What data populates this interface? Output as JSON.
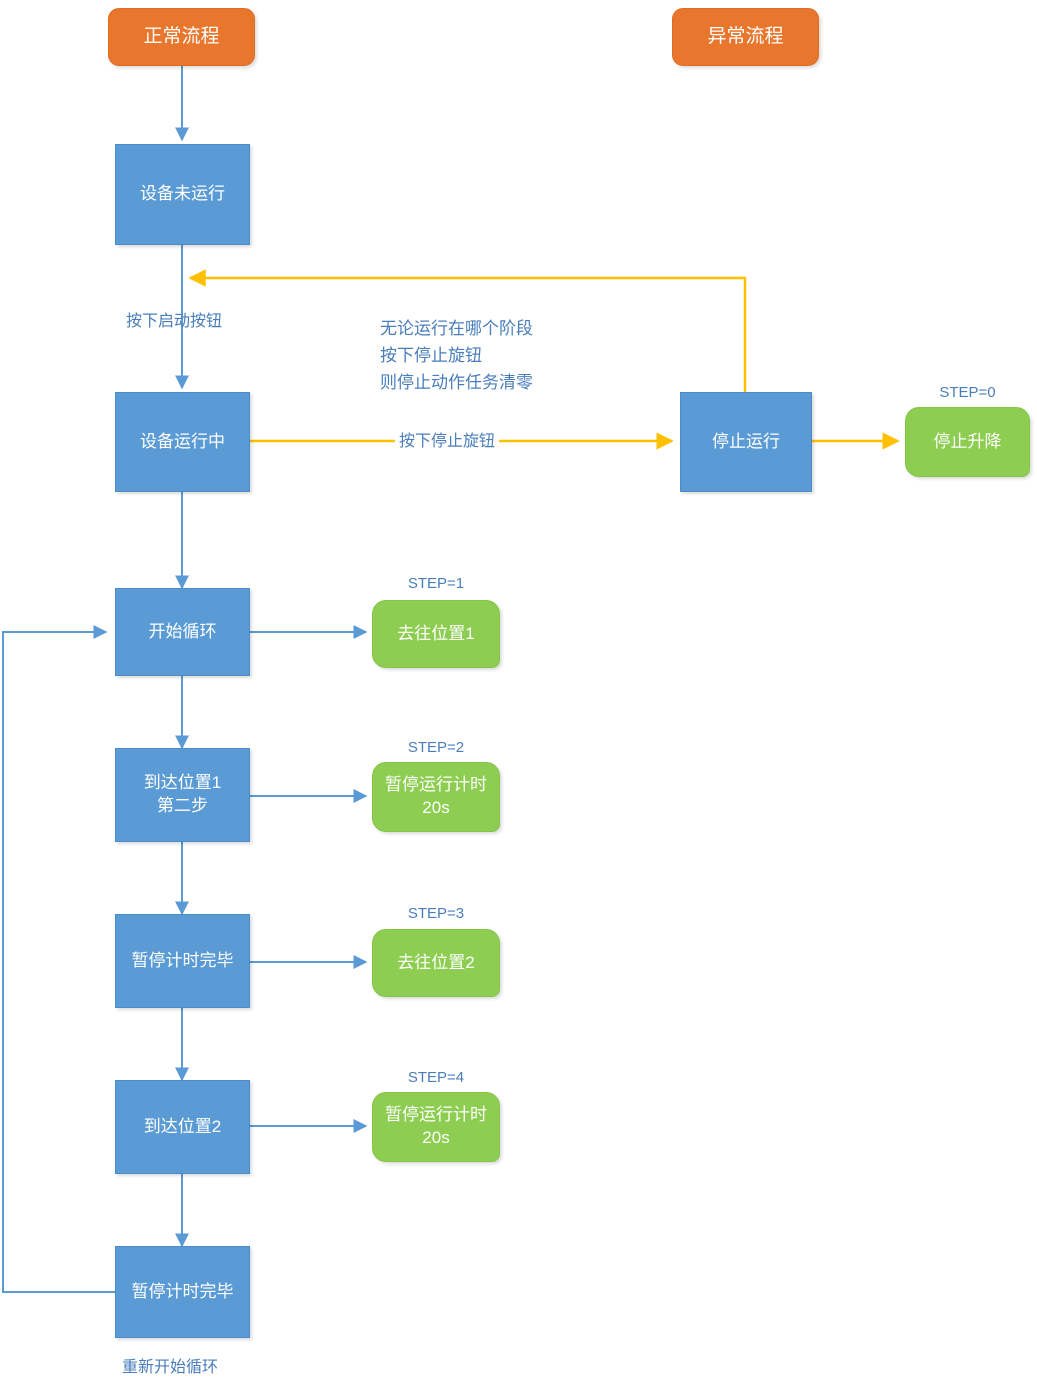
{
  "diagram": {
    "title_normal_flow": "正常流程",
    "title_abnormal_flow": "异常流程",
    "colors": {
      "process": "#5B9BD5",
      "terminator": "#E8762C",
      "action": "#8DCE52",
      "edge_blue": "#5B9BD5",
      "edge_yellow": "#FFC000",
      "text_blue": "#4A7EBB"
    }
  },
  "nodes": {
    "start_normal": "正常流程",
    "start_abnormal": "异常流程",
    "device_idle": "设备未运行",
    "device_running": "设备运行中",
    "stop_running": "停止运行",
    "cycle_start": "开始循环",
    "reach_pos1": "到达位置1\n第二步",
    "pause_done1": "暂停计时完毕",
    "reach_pos2": "到达位置2",
    "pause_done2": "暂停计时完毕"
  },
  "actions": [
    {
      "id": "stop_lift",
      "label": "停止升降",
      "step": "STEP=0"
    },
    {
      "id": "goto_pos1",
      "label": "去往位置1",
      "step": "STEP=1"
    },
    {
      "id": "pause1",
      "label": "暂停运行计时\n20s",
      "step": "STEP=2"
    },
    {
      "id": "goto_pos2",
      "label": "去往位置2",
      "step": "STEP=3"
    },
    {
      "id": "pause2",
      "label": "暂停运行计时\n20s",
      "step": "STEP=4"
    }
  ],
  "edge_labels": {
    "press_start": "按下启动按钮",
    "press_stop": "按下停止旋钮",
    "restart_cycle": "重新开始循环"
  },
  "notes": {
    "stop_note": "无论运行在哪个阶段\n按下停止旋钮\n则停止动作任务清零"
  }
}
